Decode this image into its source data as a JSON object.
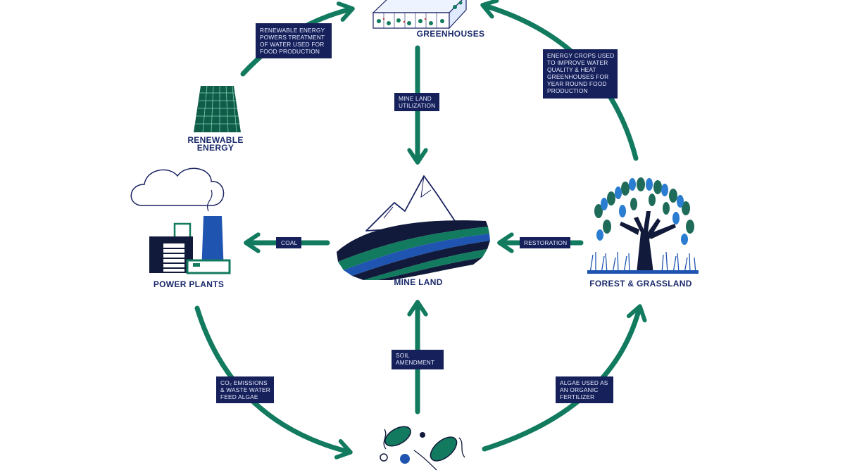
{
  "colors": {
    "navy": "#1a2361",
    "teal": "#127a5e",
    "blue": "#1f55b0",
    "box_bg": "#16205a",
    "box_text": "#e8ecff",
    "label": "#1a2a6b"
  },
  "nodes": {
    "greenhouses": {
      "label": "GREENHOUSES",
      "icon": "greenhouse-icon"
    },
    "renewable": {
      "label_line1": "RENEWABLE",
      "label_line2": "ENERGY",
      "icon": "solar-panel-icon"
    },
    "power_plants": {
      "label": "POWER PLANTS",
      "icon": "power-plant-icon"
    },
    "mine_land": {
      "label": "MINE LAND",
      "icon": "mountain-strata-icon"
    },
    "forest": {
      "label": "FOREST & GRASSLAND",
      "icon": "tree-icon"
    },
    "algae": {
      "icon": "algae-icon"
    }
  },
  "boxes": {
    "renewable_to_greenhouse": [
      "RENEWABLE ENERGY",
      "POWERS TREATMENT",
      "OF WATER USED FOR",
      "FOOD PRODUCTION"
    ],
    "energy_crops": [
      "ENERGY CROPS USED",
      "TO IMPROVE WATER",
      "QUALITY & HEAT",
      "GREENHOUSES FOR",
      "YEAR ROUND FOOD",
      "PRODUCTION"
    ],
    "mine_land_utilization": [
      "MINE LAND",
      "UTILIZATION"
    ],
    "coal": [
      "COAL"
    ],
    "restoration": [
      "RESTORATION"
    ],
    "soil_amendment": [
      "SOIL",
      "AMENDMENT"
    ],
    "co2": [
      "CO₂ EMISSIONS",
      "& WASTE WATER",
      "FEED ALGAE"
    ],
    "algae_fertilizer": [
      "ALGAE USED AS",
      "AN ORGANIC",
      "FERTILIZER"
    ]
  }
}
